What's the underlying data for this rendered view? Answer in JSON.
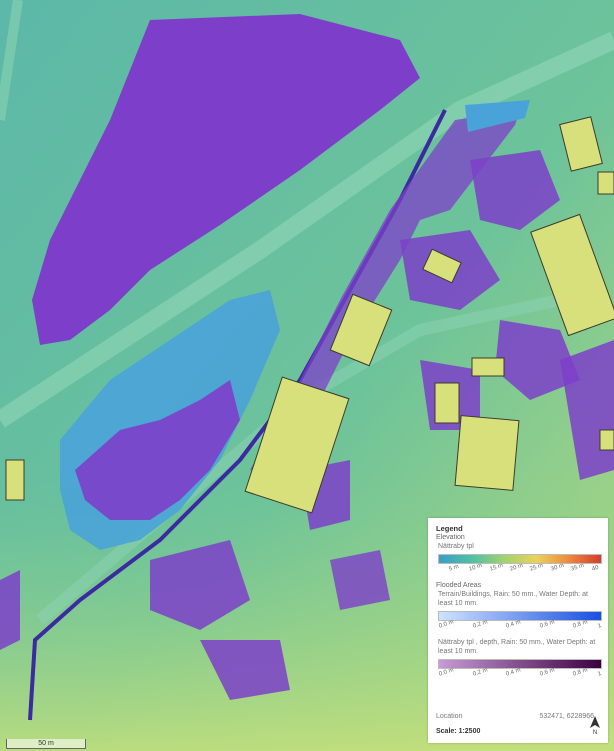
{
  "map": {
    "base_colors": {
      "low": "#55b3a3",
      "mid": "#7fca8e",
      "high": "#c9e07a"
    },
    "flood_colors": {
      "deep": "#7d3fc9",
      "shallow": "#4aa3d8",
      "channel": "#3b2aa0"
    },
    "building_color": "#d8e07c"
  },
  "legend": {
    "title": "Legend",
    "elevation_heading": "Elevation",
    "elevation_layer": "Nättraby tpl",
    "elevation_ticks": [
      "5 m",
      "10 m",
      "15 m",
      "20 m",
      "25 m",
      "30 m",
      "35 m",
      "40"
    ],
    "flooded_heading": "Flooded Areas",
    "flood1_layer": "Terrain/Buildings, Rain: 50 mm., Water Depth: at least 10 mm.",
    "flood_ticks": [
      "0.0 m",
      "0.2 m",
      "0.4 m",
      "0.6 m",
      "0.8 m"
    ],
    "flood1_end": "1",
    "flood2_layer": "Nättraby tpl , depth, Rain: 50 mm., Water Depth: at least 10 mm.",
    "flood2_end": "1",
    "location_label": "Location",
    "location_value": "532471, 6228966",
    "scale_label": "Scale: 1:2500",
    "north_label": "N",
    "ramp_colors": {
      "elevation": [
        "#3a9fc4",
        "#4fc0a6",
        "#9fd36e",
        "#e9d35a",
        "#ef8a3c",
        "#d63a2f"
      ],
      "flood1": [
        "#cfe3ff",
        "#1a4fe0"
      ],
      "flood2": [
        "#c89ad8",
        "#3d0040"
      ]
    }
  },
  "scalebar": {
    "label": "50 m"
  }
}
